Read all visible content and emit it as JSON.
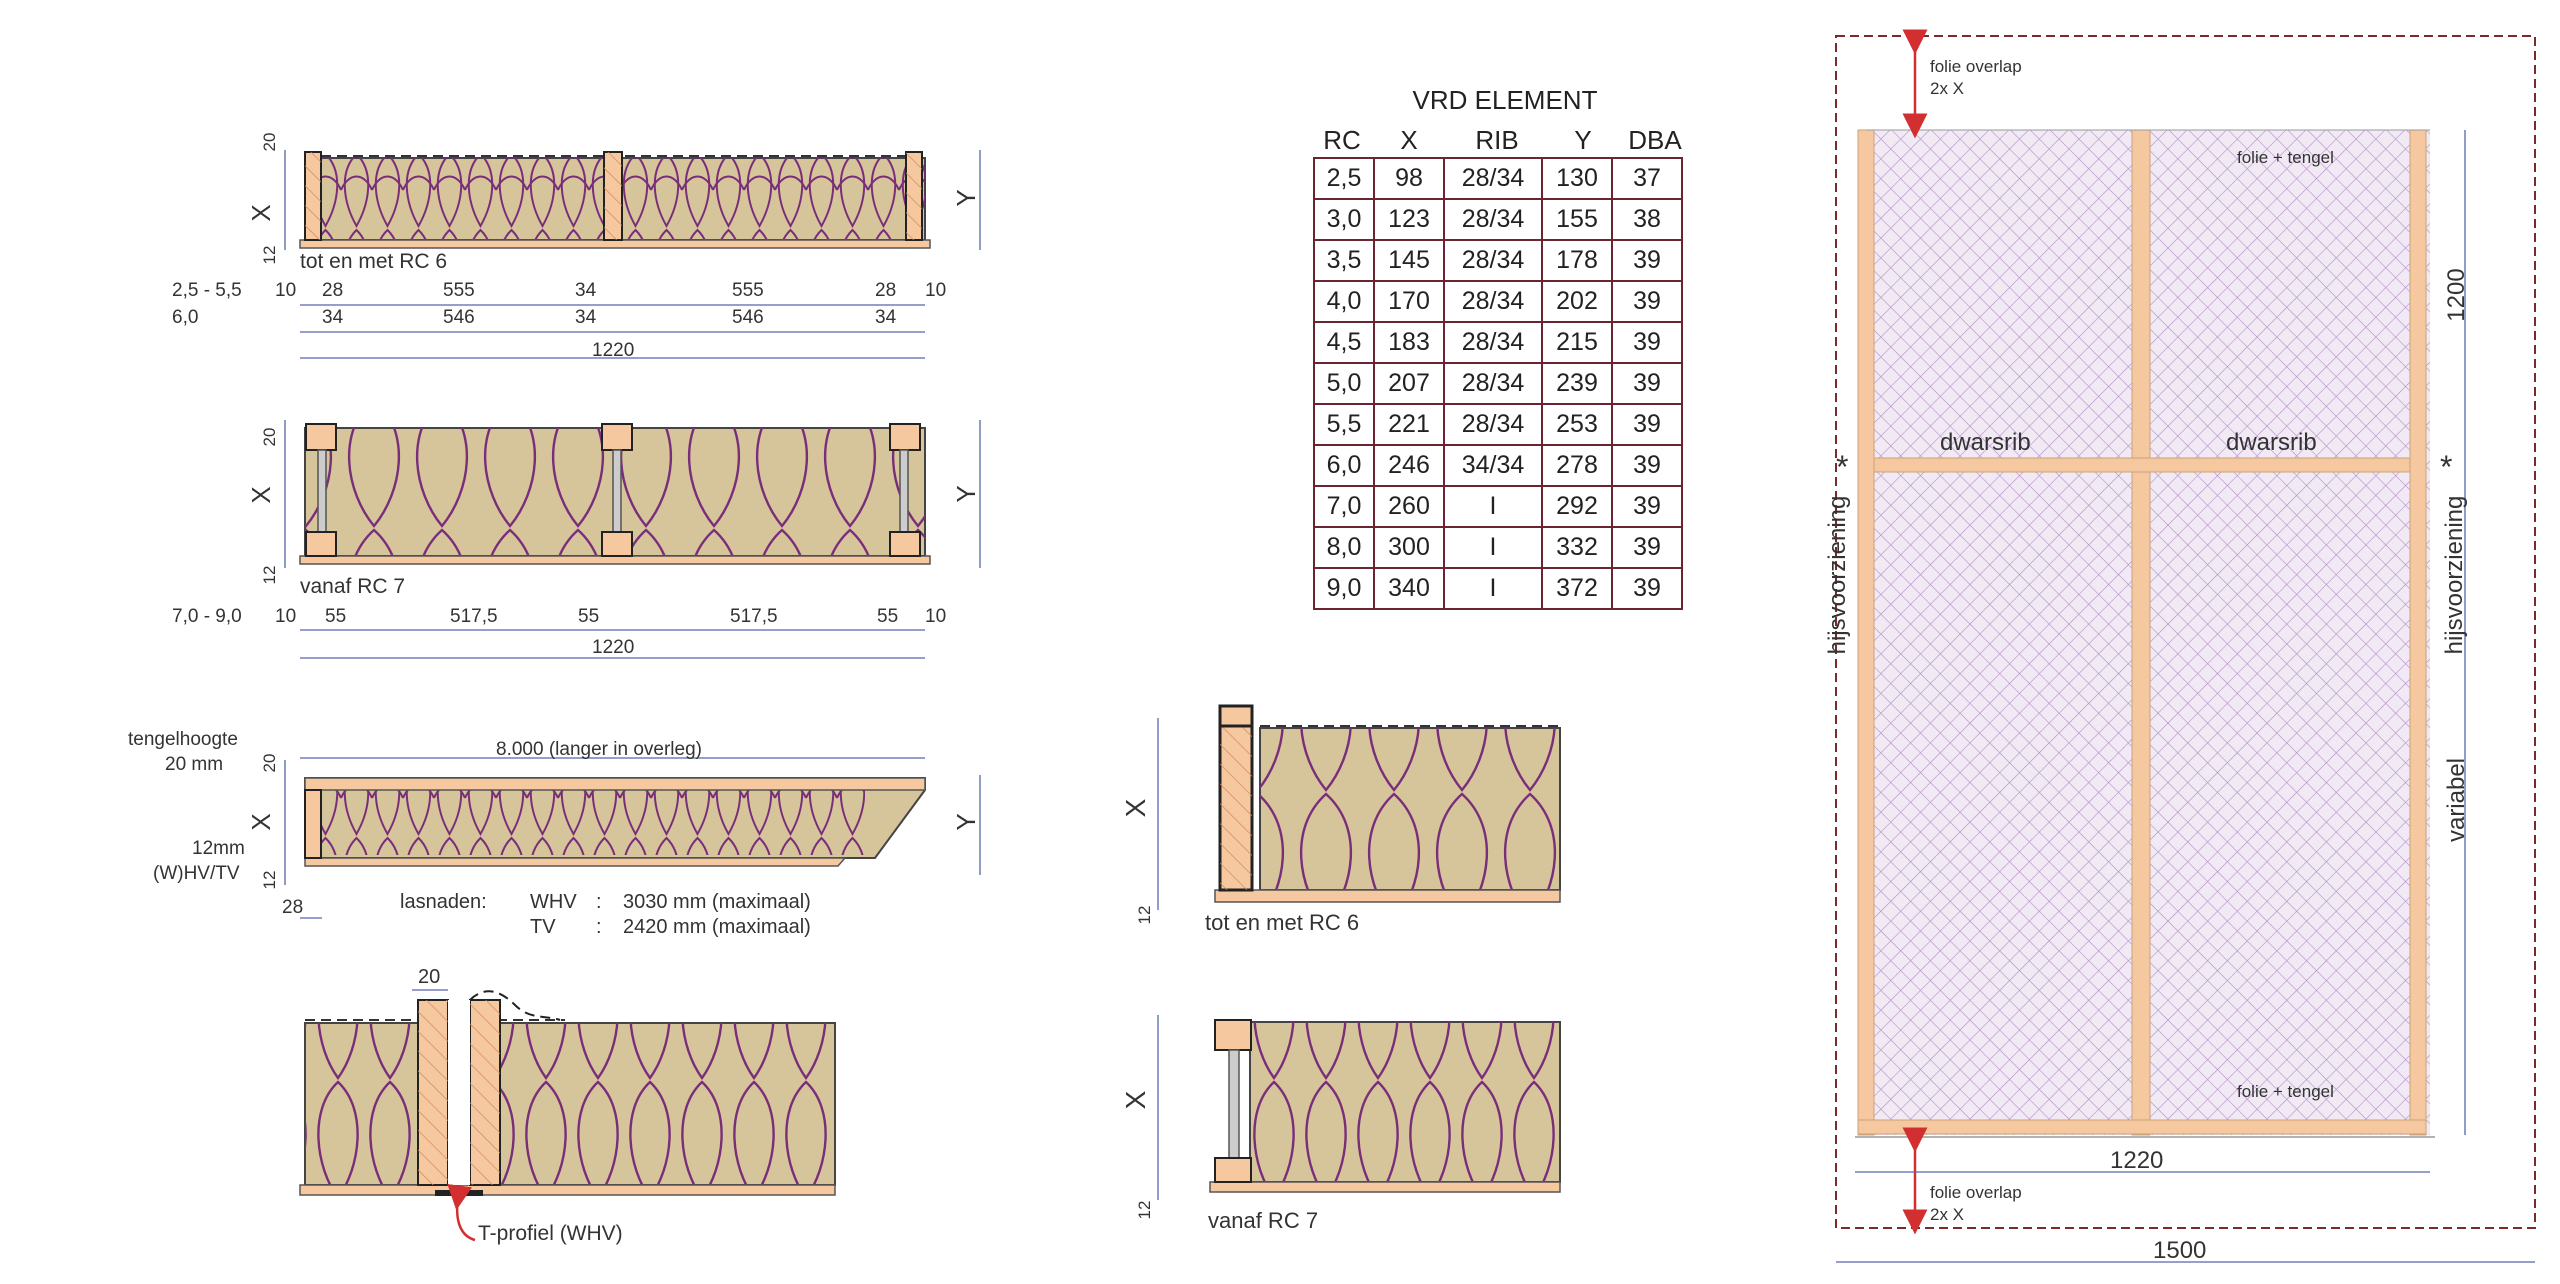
{
  "section1": {
    "label": "tot en met RC 6",
    "dim_x": "X",
    "dim_y": "Y",
    "dim_top": "20",
    "dim_bottom": "12",
    "row1": {
      "range": "2,5 - 5,5",
      "values": [
        "10",
        "28",
        "555",
        "34",
        "555",
        "28",
        "10"
      ]
    },
    "row2": {
      "range": "6,0",
      "values": [
        "34",
        "546",
        "34",
        "546",
        "34"
      ]
    },
    "total": "1220"
  },
  "section2": {
    "label": "vanaf RC 7",
    "dim_x": "X",
    "dim_y": "Y",
    "dim_top": "20",
    "dim_bottom": "12",
    "row1": {
      "range": "7,0 - 9,0",
      "values": [
        "10",
        "55",
        "517,5",
        "55",
        "517,5",
        "55",
        "10"
      ]
    },
    "total": "1220"
  },
  "section3": {
    "tengel_label": "tengelhoogte",
    "tengel_value": "20 mm",
    "bottom_label": "12mm",
    "bottom_label2": "(W)HV/TV",
    "length": "8.000  (langer in overleg)",
    "dim_x": "X",
    "dim_y": "Y",
    "dim_top": "20",
    "dim_bottom": "12",
    "dim_left": "28",
    "lasnaden_label": "lasnaden:",
    "whv_label": "WHV",
    "whv_value": "3030 mm (maximaal)",
    "tv_label": "TV",
    "tv_value": "2420 mm (maximaal)",
    "colon": ":"
  },
  "section4": {
    "dim_top": "20",
    "t_profiel": "T-profiel (WHV)"
  },
  "table": {
    "title": "VRD ELEMENT",
    "headers": [
      "RC",
      "X",
      "RIB",
      "Y",
      "DBA"
    ],
    "rows": [
      [
        "2,5",
        "98",
        "28/34",
        "130",
        "37"
      ],
      [
        "3,0",
        "123",
        "28/34",
        "155",
        "38"
      ],
      [
        "3,5",
        "145",
        "28/34",
        "178",
        "39"
      ],
      [
        "4,0",
        "170",
        "28/34",
        "202",
        "39"
      ],
      [
        "4,5",
        "183",
        "28/34",
        "215",
        "39"
      ],
      [
        "5,0",
        "207",
        "28/34",
        "239",
        "39"
      ],
      [
        "5,5",
        "221",
        "28/34",
        "253",
        "39"
      ],
      [
        "6,0",
        "246",
        "34/34",
        "278",
        "39"
      ],
      [
        "7,0",
        "260",
        "I",
        "292",
        "39"
      ],
      [
        "8,0",
        "300",
        "I",
        "332",
        "39"
      ],
      [
        "9,0",
        "340",
        "I",
        "372",
        "39"
      ]
    ]
  },
  "detail1": {
    "label": "tot en met RC 6",
    "dim_x": "X",
    "dim_bottom": "12"
  },
  "detail2": {
    "label": "vanaf RC 7",
    "dim_x": "X",
    "dim_bottom": "12"
  },
  "plan": {
    "folie_top_1": "folie overlap",
    "folie_top_2": "2x X",
    "folie_bottom_1": "folie overlap",
    "folie_bottom_2": "2x X",
    "folie_tengel_top": "folie + tengel",
    "folie_tengel_bottom": "folie + tengel",
    "dwarsrib_left": "dwarsrib",
    "dwarsrib_right": "dwarsrib",
    "hijs_left": "hijsvoorziening",
    "hijs_right": "hijsvoorziening",
    "star": "*",
    "dim_1200": "1200",
    "variabel": "variabel",
    "dim_1220": "1220",
    "dim_1500": "1500"
  },
  "colors": {
    "wood": "#f6c8a0",
    "wood_line": "#d08a5a",
    "insulation": "#d6c49a",
    "insulation_line": "#7a2e7a",
    "table_border": "#6b2530",
    "plan_fill": "#e9dff0",
    "plan_hatch": "#b48ec6",
    "arrow": "#d23030",
    "dim_line": "#5566aa"
  }
}
